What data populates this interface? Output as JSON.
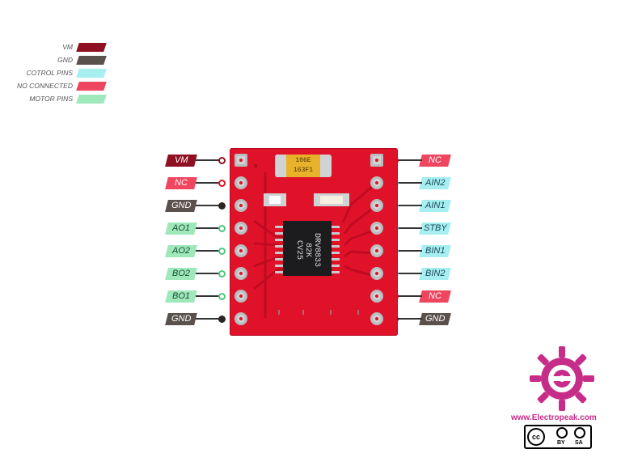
{
  "legend": [
    {
      "label": "VM",
      "color": "#8e1022"
    },
    {
      "label": "GND",
      "color": "#5a504c"
    },
    {
      "label": "COTROL PINS",
      "color": "#a6eef0"
    },
    {
      "label": "NO CONNECTED",
      "color": "#ef4660"
    },
    {
      "label": "MOTOR PINS",
      "color": "#9ee8bc"
    }
  ],
  "left_pins": [
    {
      "label": "VM",
      "type": "vm"
    },
    {
      "label": "NC",
      "type": "nc"
    },
    {
      "label": "GND",
      "type": "gnd"
    },
    {
      "label": "AO1",
      "type": "motor"
    },
    {
      "label": "AO2",
      "type": "motor"
    },
    {
      "label": "BO2",
      "type": "motor"
    },
    {
      "label": "BO1",
      "type": "motor"
    },
    {
      "label": "GND",
      "type": "gnd"
    }
  ],
  "right_pins": [
    {
      "label": "NC",
      "type": "nc"
    },
    {
      "label": "AIN2",
      "type": "control"
    },
    {
      "label": "AIN1",
      "type": "control"
    },
    {
      "label": "STBY",
      "type": "control"
    },
    {
      "label": "BIN1",
      "type": "control"
    },
    {
      "label": "BIN2",
      "type": "control"
    },
    {
      "label": "NC",
      "type": "nc"
    },
    {
      "label": "GND",
      "type": "gnd"
    }
  ],
  "chip": {
    "line1": "DRV8833",
    "line2": "82K",
    "line3": "CV25"
  },
  "capacitor": {
    "line1": "106E",
    "line2": "163F1"
  },
  "brand": {
    "website": "www.Electropeak.com",
    "license_by": "BY",
    "license_sa": "SA"
  }
}
